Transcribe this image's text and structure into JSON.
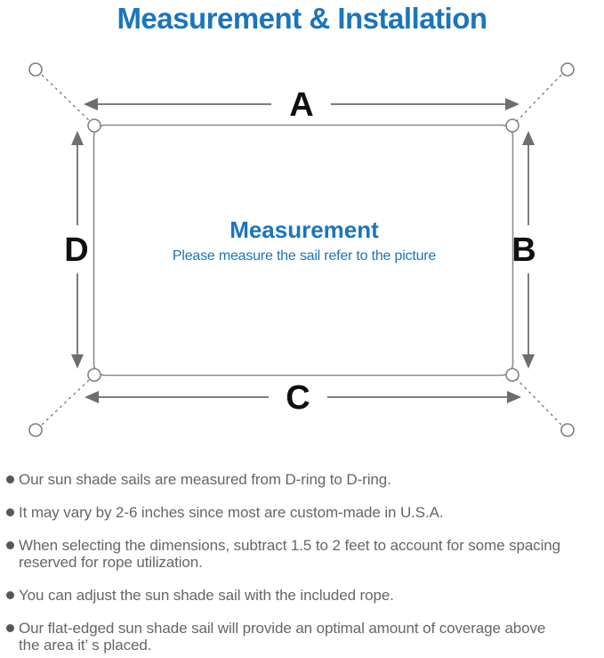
{
  "title": "Measurement & Installation",
  "colors": {
    "accent_blue": "#1b75bc",
    "diagram_line_gray": "#7d7d7d",
    "note_text_gray": "#666666",
    "dimension_label_black": "#101010"
  },
  "diagram": {
    "labels": {
      "top": "A",
      "right": "B",
      "bottom": "C",
      "left": "D"
    },
    "center_title": "Measurement",
    "center_subtitle": "Please measure the sail refer to the picture",
    "icons": {
      "anchor_points": "anchor-point-circle",
      "corner_rings": "d-ring",
      "ropes": "dashed-rope-line",
      "arrows": "double-headed-measure-arrow"
    }
  },
  "notes": {
    "items": [
      "Our sun shade sails are measured from D-ring to D-ring.",
      "It may vary by 2-6 inches since most are custom-made in U.S.A.",
      "When selecting the dimensions, subtract 1.5 to 2 feet to account for some spacing\nreserved for rope utilization.",
      "You can adjust the sun shade sail with the included rope.",
      "Our flat-edged sun shade sail will provide an optimal amount of coverage above\nthe area it’ s placed."
    ]
  }
}
